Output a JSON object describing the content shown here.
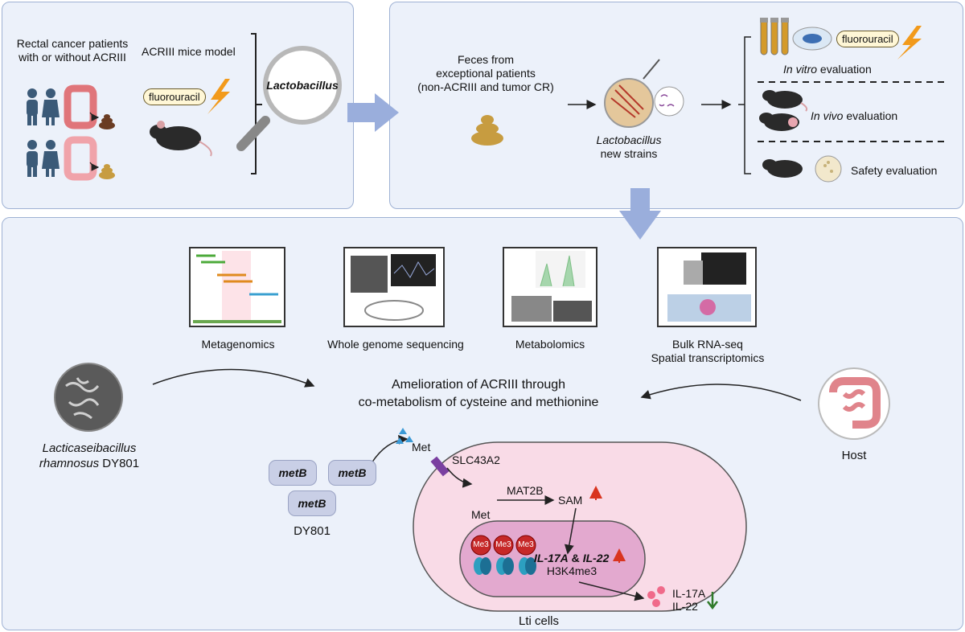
{
  "panel1": {
    "patients_label": "Rectal cancer patients\nwith or without ACRIII",
    "mice_label": "ACRIII mice model",
    "drug_pill": "fluorouracil",
    "lens_label": "Lactobacillus"
  },
  "panel2": {
    "feces_label": "Feces from\nexceptional patients\n(non-ACRIII and tumor CR)",
    "strains_italic": "Lactobacillus",
    "strains_label": "new strains",
    "drug_pill": "fluorouracil",
    "invitro_italic": "In vitro",
    "invitro_rest": " evaluation",
    "invivo_italic": "In vivo",
    "invivo_rest": " evaluation",
    "safety_label": "Safety evaluation"
  },
  "panel3": {
    "methods": [
      {
        "label": "Metagenomics"
      },
      {
        "label": "Whole genome sequencing"
      },
      {
        "label": "Metabolomics"
      },
      {
        "label": "Bulk RNA-seq\nSpatial transcriptomics"
      }
    ],
    "center_title": "Amelioration of ACRIII through\nco-metabolism of cysteine and methionine",
    "bacterium_label_italic": "Lacticaseibacillus\nrhamnosus",
    "bacterium_label_rest": " DY801",
    "host_label": "Host",
    "metb_label": "metB",
    "dy801_label": "DY801",
    "met_out": "Met",
    "transporter": "SLC43A2",
    "met_in": "Met",
    "enzyme": "MAT2B",
    "sam": "SAM",
    "me3": "Me3",
    "genes_il17a": "IL-17A",
    "genes_amp": " & ",
    "genes_il22": "IL-22",
    "mark": "H3K4me3",
    "cyt_il17a": "IL-17A",
    "cyt_il22": "IL-22",
    "cell_label": "Lti cells"
  },
  "colors": {
    "panel_bg": "#ecf1fa",
    "panel_border": "#9fb2d4",
    "big_arrow": "#9aaedc",
    "cell_outer": "#f9dbe7",
    "cell_nucleus": "#e3a9cf",
    "up_arrow": "#d9341f",
    "down_arrow": "#2f7a2a"
  }
}
